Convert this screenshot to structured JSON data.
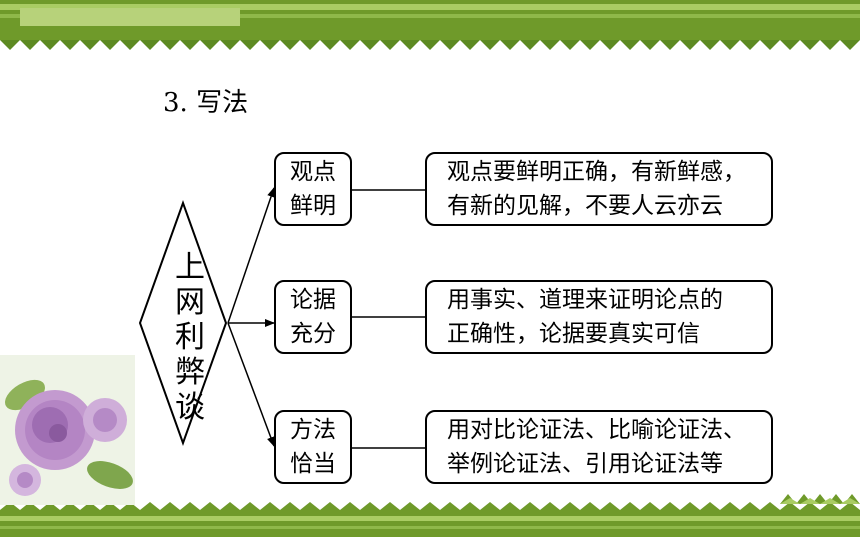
{
  "heading": "3. 写法",
  "topic": [
    "上",
    "网",
    "利",
    "弊",
    "谈"
  ],
  "branches": [
    {
      "label": [
        "观点",
        "鲜明"
      ],
      "detail": [
        "观点要鲜明正确，有新鲜感，",
        "有新的见解，不要人云亦云"
      ]
    },
    {
      "label": [
        "论据",
        "充分"
      ],
      "detail": [
        "用事实、道理来证明论点的",
        "正确性，论据要真实可信"
      ]
    },
    {
      "label": [
        "方法",
        "恰当"
      ],
      "detail": [
        "用对比论证法、比喻论证法、",
        "举例论证法、引用论证法等"
      ]
    }
  ],
  "colors": {
    "band": "#7aa32f",
    "band_light": "#b9d67d",
    "line": "#000000"
  }
}
